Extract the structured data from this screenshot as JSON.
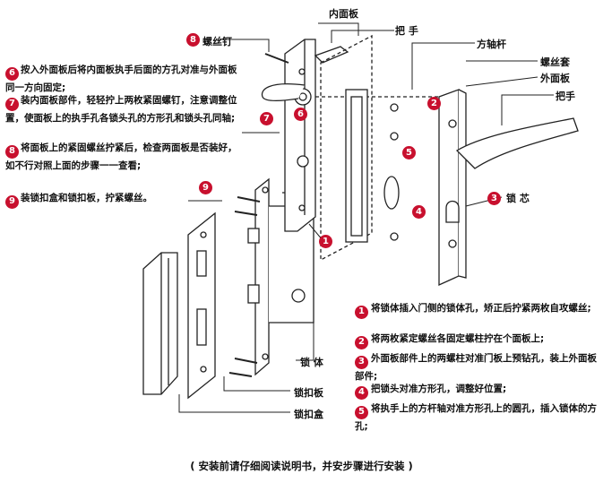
{
  "colors": {
    "badge": "#c8102e",
    "line": "#222222"
  },
  "parts": {
    "inner_panel": "内面板",
    "screw": "螺丝钉",
    "handle_left": "把 手",
    "square_shaft": "方轴杆",
    "screw_sleeve": "螺丝套",
    "outer_panel": "外面板",
    "handle_right": "把手",
    "lock_cylinder": "锁 芯",
    "lock_body": "锁 体",
    "strike_plate": "锁扣板",
    "strike_box": "锁扣盒"
  },
  "badges": {
    "b1": "1",
    "b2": "2",
    "b3": "3",
    "b4": "4",
    "b5": "5",
    "b6": "6",
    "b7": "7",
    "b8": "8",
    "b9": "9"
  },
  "left_steps": [
    {
      "num": "6",
      "text": "按入外面板后将内面板执手后面的方孔对准与外面板同一方向固定;"
    },
    {
      "num": "7",
      "text": "装内面板部件，轻轻拧上两枚紧固螺钉，注意调整位置，使面板上的执手孔各锁头孔的方形孔和锁头孔同轴;"
    },
    {
      "num": "8",
      "text": "将面板上的紧固螺丝拧紧后，检查两面板是否装好，如不行对照上面的步骤一一查看;"
    },
    {
      "num": "9",
      "text": "装锁扣盒和锁扣板，拧紧螺丝。"
    }
  ],
  "right_steps": [
    {
      "num": "1",
      "text": "将锁体插入门侧的锁体孔，矫正后拧紧两枚自攻螺丝;"
    },
    {
      "num": "2",
      "text": "将两枚紧定螺丝各固定螺柱拧在个面板上;"
    },
    {
      "num": "3",
      "text": "外面板部件上的两螺柱对准门板上预钻孔，装上外面板部件;"
    },
    {
      "num": "4",
      "text": "把锁头对准方形孔，调整好位置;"
    },
    {
      "num": "5",
      "text": "将执手上的方杆轴对准方形孔上的圆孔，插入锁体的方孔;"
    }
  ],
  "footer_note": "( 安装前请仔细阅读说明书，并安步骤进行安装 )"
}
